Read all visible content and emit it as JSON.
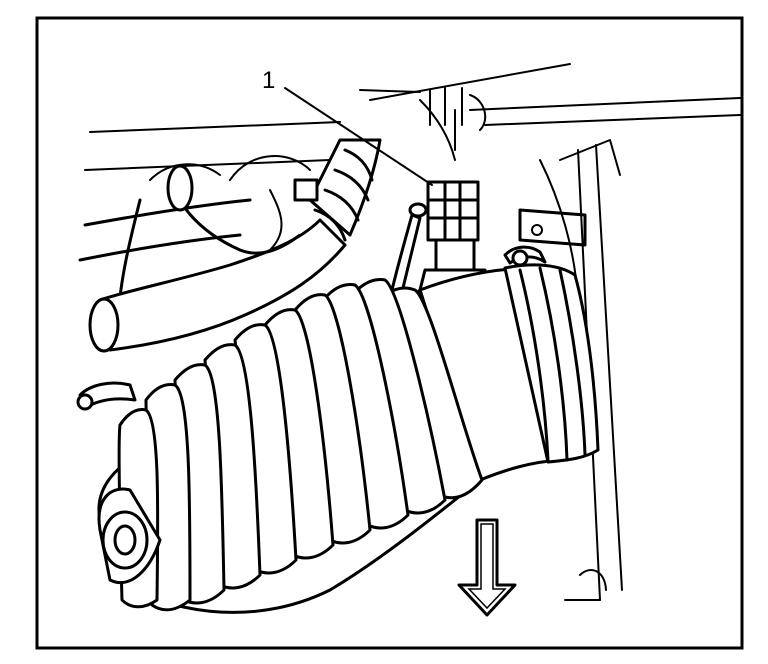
{
  "callouts": [
    {
      "label": "1",
      "target": "mass-air-flow-sensor-connector"
    }
  ],
  "direction_arrow": {
    "direction": "down"
  },
  "colors": {
    "line": "#000000",
    "background": "#ffffff"
  }
}
